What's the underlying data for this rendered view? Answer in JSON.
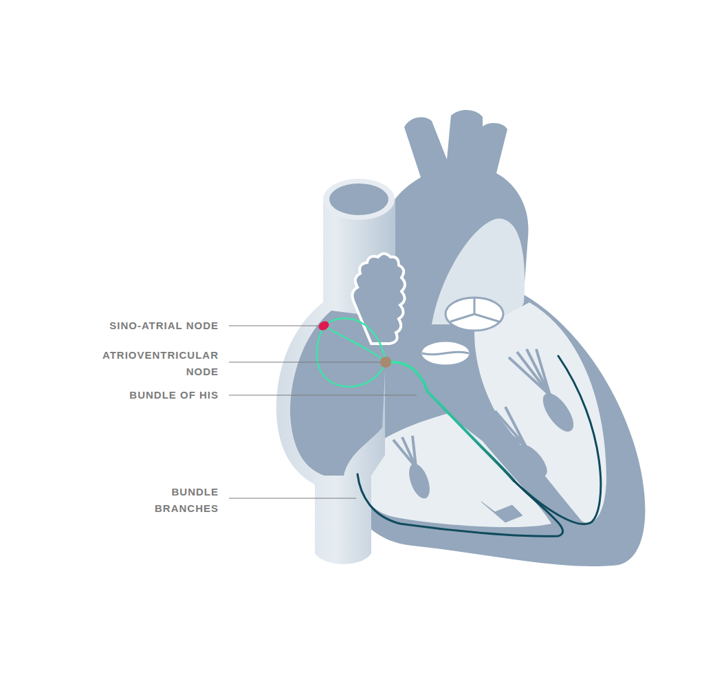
{
  "diagram": {
    "labels": [
      "SINO-ATRIAL NODE",
      "ATRIOVENTRICULAR NODE",
      "BUNDLE OF HIS",
      "BUNDLE BRANCHES"
    ]
  }
}
